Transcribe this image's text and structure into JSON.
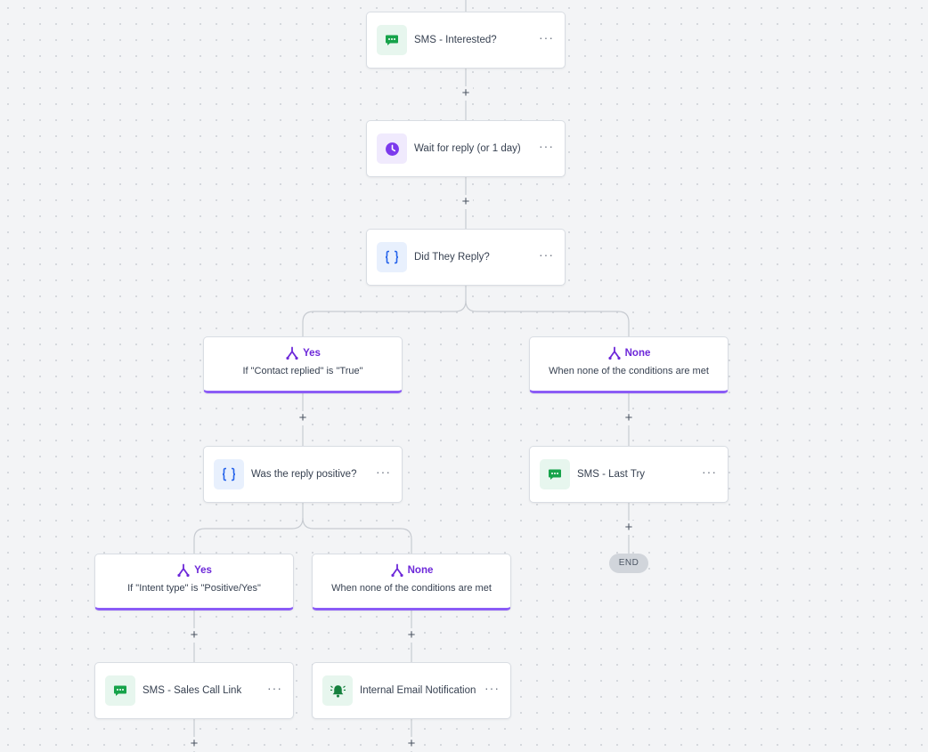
{
  "colors": {
    "accent_purple": "#8b5cf6",
    "branch_label": "#6d28d9",
    "sms_green": "#16a34a",
    "condition_blue": "#2563eb",
    "wait_purple": "#7c3aed",
    "connector": "#c7cbd1"
  },
  "nodes": {
    "sms_interested": {
      "label": "SMS - Interested?",
      "icon": "chat-bubble-icon",
      "menu": "···"
    },
    "wait_reply": {
      "label": "Wait for reply (or 1 day)",
      "icon": "clock-icon",
      "menu": "···"
    },
    "did_reply": {
      "label": "Did They Reply?",
      "icon": "braces-icon",
      "menu": "···"
    },
    "reply_positive": {
      "label": "Was the reply positive?",
      "icon": "braces-icon",
      "menu": "···"
    },
    "sms_last_try": {
      "label": "SMS - Last Try",
      "icon": "chat-bubble-icon",
      "menu": "···"
    },
    "sms_sales_call": {
      "label": "SMS - Sales Call Link",
      "icon": "chat-bubble-icon",
      "menu": "···"
    },
    "internal_email": {
      "label": "Internal Email Notification",
      "icon": "bell-icon",
      "menu": "···"
    }
  },
  "branches": {
    "replied_yes": {
      "name": "Yes",
      "condition": "If \"Contact replied\" is \"True\"",
      "icon": "branch-icon"
    },
    "replied_none": {
      "name": "None",
      "condition": "When none of the conditions are met",
      "icon": "branch-icon"
    },
    "intent_yes": {
      "name": "Yes",
      "condition": "If \"Intent type\" is \"Positive/Yes\"",
      "icon": "branch-icon"
    },
    "intent_none": {
      "name": "None",
      "condition": "When none of the conditions are met",
      "icon": "branch-icon"
    }
  },
  "controls": {
    "add_step": "+",
    "end": "END"
  }
}
